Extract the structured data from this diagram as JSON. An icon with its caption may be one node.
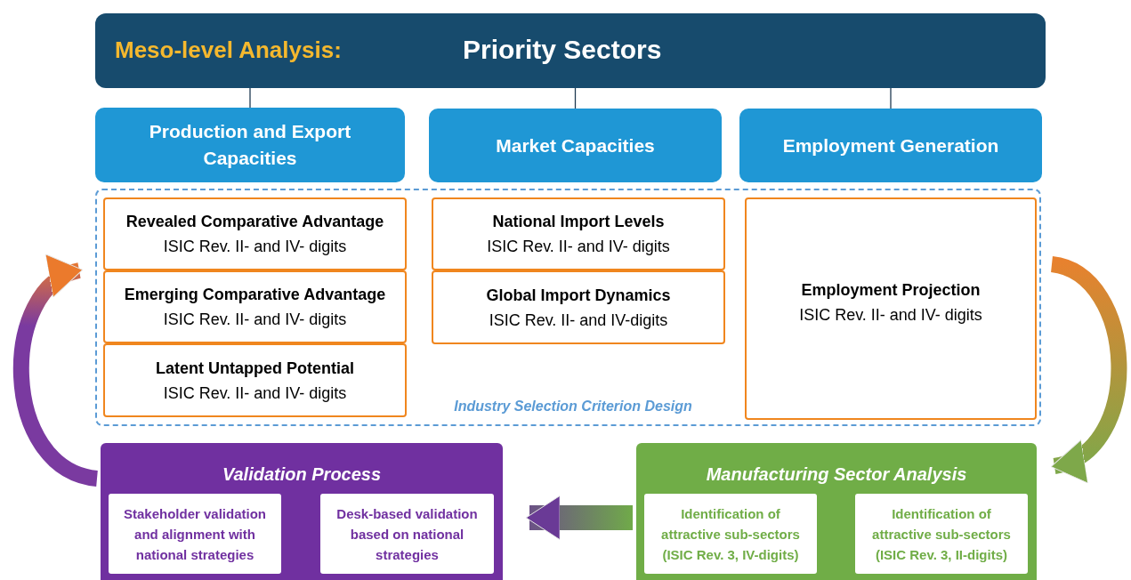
{
  "diagram": {
    "nodes": [
      {
        "text": [
          "Meso-level Analysis:",
          "Priority Sectors"
        ]
      },
      {
        "text": [
          "Production and Export Capacities"
        ]
      },
      {
        "text": [
          "Market Capacities"
        ]
      },
      {
        "text": [
          "Employment Generation"
        ]
      },
      {
        "text": [
          "Industry Selection Criterion Design"
        ]
      },
      {
        "text": [
          "Revealed Comparative Advantage",
          "ISIC Rev. II- and IV- digits"
        ],
        "in": 4
      },
      {
        "text": [
          "Emerging Comparative Advantage",
          "ISIC Rev. II- and IV- digits"
        ],
        "in": 4
      },
      {
        "text": [
          "Latent Untapped Potential",
          "ISIC Rev. II- and IV- digits"
        ],
        "in": 4
      },
      {
        "text": [
          "National Import Levels",
          "ISIC Rev. II- and IV- digits"
        ],
        "in": 4
      },
      {
        "text": [
          "Global Import Dynamics",
          "ISIC Rev. II- and IV-digits"
        ],
        "in": 4
      },
      {
        "text": [
          "Employment Projection",
          "ISIC Rev. II- and IV- digits"
        ],
        "in": 4
      },
      {
        "text": [
          "Validation Process"
        ]
      },
      {
        "text": [
          "Stakeholder validation and alignment with national strategies"
        ],
        "in": 11
      },
      {
        "text": [
          "Desk-based validation based on national strategies"
        ],
        "in": 11
      },
      {
        "text": [
          "Manufacturing Sector Analysis"
        ]
      },
      {
        "text": [
          "Identification of attractive sub-sectors (ISIC Rev. 3, IV-digits)"
        ],
        "in": 14
      },
      {
        "text": [
          "Identification of attractive sub-sectors (ISIC Rev. 3, II-digits)"
        ],
        "in": 14
      }
    ],
    "edges": [
      {
        "from": 0,
        "to": 1,
        "arrow": "none"
      },
      {
        "from": 0,
        "to": 2,
        "arrow": "none"
      },
      {
        "from": 0,
        "to": 3,
        "arrow": "none"
      },
      {
        "from": 4,
        "to": 14,
        "arrow": "to",
        "style": "thick"
      },
      {
        "from": 14,
        "to": 11,
        "arrow": "to",
        "style": "thick"
      },
      {
        "from": 11,
        "to": 4,
        "arrow": "to",
        "style": "thick"
      }
    ]
  }
}
